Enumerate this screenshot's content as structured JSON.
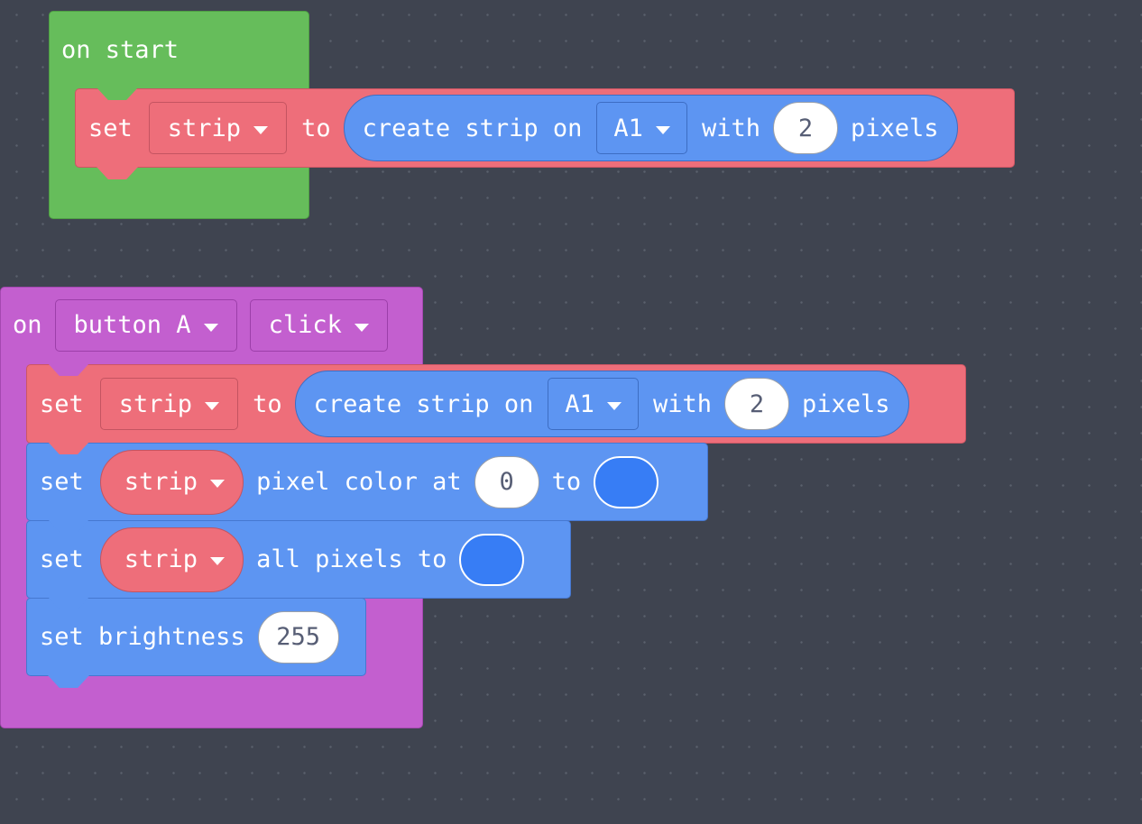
{
  "colors": {
    "background": "#3f4450",
    "loops_green": "#66bd5b",
    "input_purple": "#c35fcf",
    "variables_red": "#ee6e7a",
    "light_blue": "#5d95f2",
    "swatch_blue": "#377df5"
  },
  "on_start": {
    "label": "on start",
    "set_block": {
      "set_label": "set",
      "variable": "strip",
      "to_label": "to",
      "create": {
        "prefix": "create strip on",
        "pin": "A1",
        "with_label": "with",
        "count": "2",
        "suffix": "pixels"
      }
    }
  },
  "on_button": {
    "on_label": "on",
    "button": "button A",
    "event": "click",
    "set_block": {
      "set_label": "set",
      "variable": "strip",
      "to_label": "to",
      "create": {
        "prefix": "create strip on",
        "pin": "A1",
        "with_label": "with",
        "count": "2",
        "suffix": "pixels"
      }
    },
    "pixel_color_block": {
      "set_label": "set",
      "variable": "strip",
      "text": "pixel color at",
      "index": "0",
      "to_label": "to",
      "color": "#377df5"
    },
    "all_pixels_block": {
      "set_label": "set",
      "variable": "strip",
      "text": "all pixels to",
      "color": "#377df5"
    },
    "brightness_block": {
      "label": "set brightness",
      "value": "255"
    }
  }
}
